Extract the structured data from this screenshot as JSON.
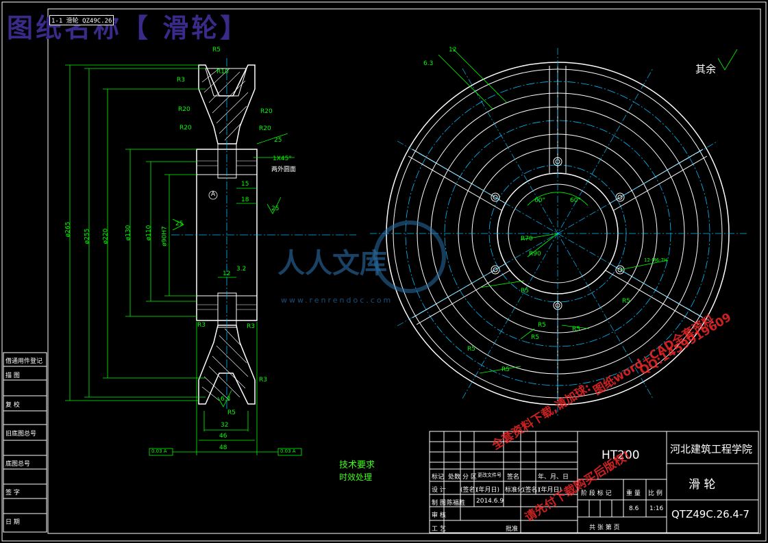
{
  "header": {
    "title": "图纸名称【 滑轮】",
    "stamp": "1-1 滑轮 QZ49C.26"
  },
  "side_table": [
    "借通用件登记",
    "描  图",
    "复  校",
    "旧底图总号",
    "底图总号",
    "签  字",
    "日  期"
  ],
  "section_dims": {
    "diameters": [
      "ø265",
      "ø255",
      "ø220",
      "ø130",
      "ø110",
      "ø90H7"
    ],
    "radii": [
      "R5",
      "R10",
      "R3",
      "R20",
      "R20",
      "R20",
      "R20",
      "R3",
      "R3",
      "R3",
      "R5"
    ],
    "chamfer": "1X45°",
    "chamfer_note": "两外圆面",
    "widths": [
      "15",
      "18",
      "12",
      "3.2",
      "32",
      "46",
      "48"
    ],
    "roughness": [
      "25",
      "25",
      "6.3",
      "25"
    ],
    "datum": "A",
    "tolerance_left": "0.03 A",
    "tolerance_right": "0.03 A"
  },
  "front_dims": {
    "angles": [
      "60°",
      "60°"
    ],
    "radii": [
      "R70",
      "R90",
      "R5",
      "R5",
      "R5",
      "R5",
      "R5",
      "R5",
      "R5"
    ],
    "holes": "12-M6-7H",
    "top_dim": "12",
    "top_rough": "6.3"
  },
  "rest_mark": "其余",
  "tech_requirements": {
    "title": "技术要求",
    "item": "时效处理"
  },
  "title_block": {
    "material": "HT200",
    "school": "河北建筑工程学院",
    "part_name": "滑  轮",
    "drawing_no": "QTZ49C.26.4-7",
    "row_labels": [
      "标记",
      "处数",
      "分 区",
      "更改文件号",
      "签名",
      "年、月、日"
    ],
    "design": "设 计",
    "design_sig": "(签名)",
    "design_date": "(年月日)",
    "std": "标准化",
    "std_sig": "(签名)",
    "std_date": "(年月日)",
    "draw": "制 图",
    "drawer": "陈福胜",
    "draw_date": "2014.6.9",
    "check": "审 核",
    "craft": "工 艺",
    "approve": "批准",
    "stage_labels": [
      "阶 段 标 记",
      "重 量",
      "比 例"
    ],
    "weight": "8.6",
    "scale": "1:16",
    "sheet": "共    张    第    页"
  },
  "watermarks": {
    "logo": "人人文库",
    "url": "www.renrendoc.com",
    "red1": "全套资料下载,请加球:",
    "red2": "图纸word+CAD全套资料",
    "red3": "QQ:1459919609",
    "red4": "请先付下载购买后版权!"
  },
  "colors": {
    "outline": "#ffffff",
    "dim": "#00ff00",
    "center": "#00bfff",
    "watermark": "#ff2a2a",
    "title": "#3a2a8a"
  }
}
